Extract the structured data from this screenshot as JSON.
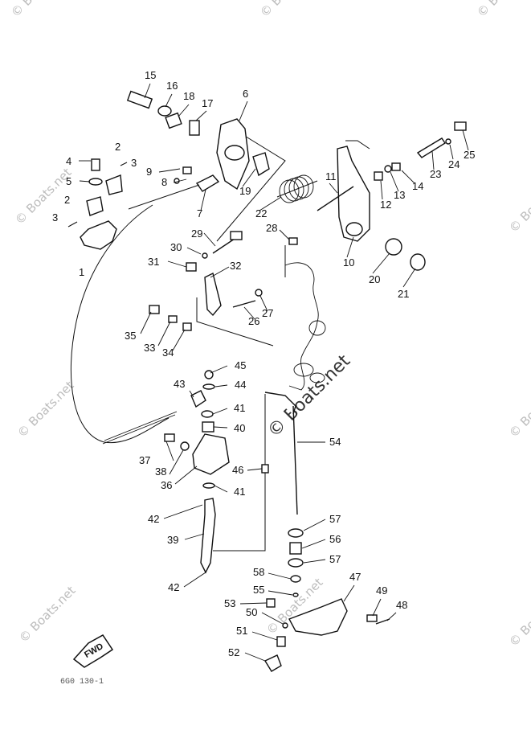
{
  "watermarks": {
    "corner": "© Boats.net",
    "center": "© Boats.net"
  },
  "fwd_label": "FWD",
  "footer_code": "6G0 130-1",
  "callouts": [
    "1",
    "2",
    "2",
    "3",
    "3",
    "4",
    "5",
    "6",
    "7",
    "8",
    "9",
    "10",
    "11",
    "12",
    "13",
    "14",
    "15",
    "16",
    "17",
    "18",
    "19",
    "20",
    "21",
    "22",
    "23",
    "24",
    "25",
    "26",
    "27",
    "28",
    "29",
    "30",
    "31",
    "32",
    "33",
    "34",
    "35",
    "36",
    "37",
    "38",
    "39",
    "40",
    "41",
    "41",
    "42",
    "42",
    "43",
    "44",
    "45",
    "46",
    "47",
    "48",
    "49",
    "50",
    "51",
    "52",
    "53",
    "54",
    "55",
    "56",
    "57",
    "57",
    "58"
  ]
}
